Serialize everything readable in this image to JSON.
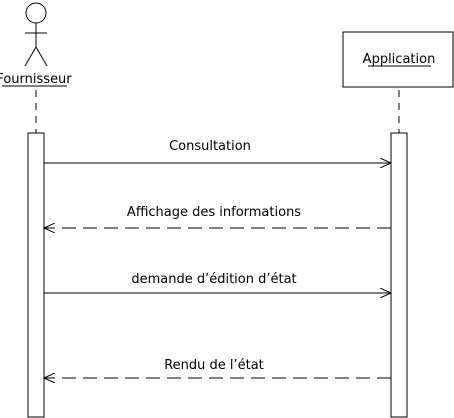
{
  "diagram": {
    "actor": {
      "name": "Fournisseur"
    },
    "system": {
      "name": "Application"
    },
    "messages": [
      {
        "label": "Consultation",
        "kind": "call"
      },
      {
        "label": "Affichage des informations",
        "kind": "return"
      },
      {
        "label": "demande d’édition d’état",
        "kind": "call"
      },
      {
        "label": "Rendu de l’état",
        "kind": "return"
      }
    ]
  }
}
